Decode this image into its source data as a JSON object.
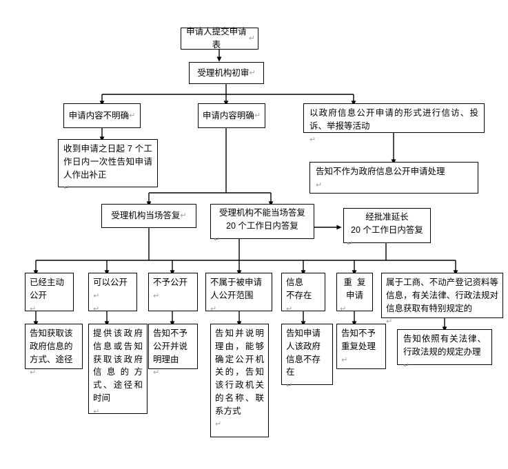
{
  "diagram": {
    "title": "政府信息公开申请处理流程图",
    "paragraph_mark": "↵",
    "line_color": "#000000",
    "box_border_color": "#000000",
    "background_color": "#ffffff",
    "text_color": "#000000"
  },
  "nodes": {
    "n1": {
      "label": "申请人提交申请表"
    },
    "n2": {
      "label": "受理机构初审"
    },
    "n3": {
      "label": "申请内容不明确"
    },
    "n4": {
      "label": "申请内容明确"
    },
    "n5": {
      "label": "以政府信息公开申请的形式进行信访、投诉、举报等活动"
    },
    "n6": {
      "label": "收到申请之日起 7 个工作日内一次性告知申请人作出补正"
    },
    "n7": {
      "label": "告知不作为政府信息公开申请处理"
    },
    "n8": {
      "label": "受理机构当场答复"
    },
    "n9": {
      "label": "受理机构不能当场答复\n20 个工作日内答复"
    },
    "n10": {
      "label": "经批准延长\n20 个工作日内答复"
    },
    "n11": {
      "label": "已经主动公开"
    },
    "n12": {
      "label": "可以公开"
    },
    "n13": {
      "label": "不予公开"
    },
    "n14": {
      "label": "不属于被申请人公开范围"
    },
    "n15": {
      "label": "信息\n不存在"
    },
    "n16": {
      "label": "重  复\n申请"
    },
    "n17": {
      "label": "属于工商、不动产登记资料等信息，有关法律、行政法规对信息获取有特别规定的"
    },
    "n18": {
      "label": "告知获取该政府信息的方式、途径"
    },
    "n19": {
      "label": "提供该政府信息或告知获取该政府信息的方式、途径和时间"
    },
    "n20": {
      "label": "告知不予公开并说明理由"
    },
    "n21": {
      "label": "告知并说明理由，能够确定公开机关的，告知该行政机关的名称、联系方式"
    },
    "n22": {
      "label": "告知申请人该政府信息不存在"
    },
    "n23": {
      "label": "告知不予重复处理"
    },
    "n24": {
      "label": "告知依照有关法律、行政法规的规定办理"
    }
  }
}
